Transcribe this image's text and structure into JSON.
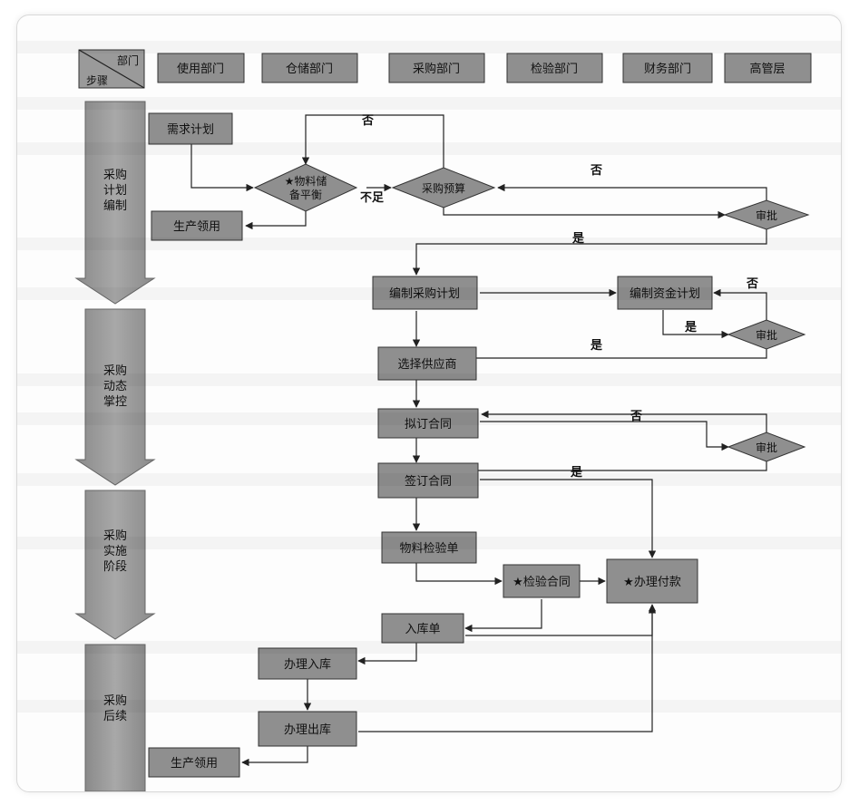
{
  "header": {
    "corner_top": "部门",
    "corner_bottom": "步骤",
    "departments": [
      "使用部门",
      "仓储部门",
      "采购部门",
      "检验部门",
      "财务部门",
      "高管层"
    ]
  },
  "stages": [
    "采购计划编制",
    "采购动态掌控",
    "采购实施阶段",
    "采购后续"
  ],
  "nodes": {
    "demand_plan": "需求计划",
    "material_balance": "★物料储备平衡",
    "purchase_budget": "采购预算",
    "approve1": "审批",
    "production_pick1": "生产领用",
    "make_purchase_plan": "编制采购计划",
    "make_fund_plan": "编制资金计划",
    "approve2": "审批",
    "select_supplier": "选择供应商",
    "draft_contract": "拟订合同",
    "approve3": "审批",
    "sign_contract": "签订合同",
    "inspection_sheet": "物料检验单",
    "inspection_contract": "★检验合同",
    "handle_payment": "★办理付款",
    "warehouse_receipt": "入库单",
    "handle_storage": "办理入库",
    "handle_outbound": "办理出库",
    "production_pick2": "生产领用"
  },
  "labels": {
    "no_top": "否",
    "not_enough": "不足",
    "no_budget": "否",
    "yes_budget": "是",
    "no_fund": "否",
    "yes_fund": "是",
    "yes_plan": "是",
    "no_contract": "否",
    "yes_contract": "是"
  }
}
